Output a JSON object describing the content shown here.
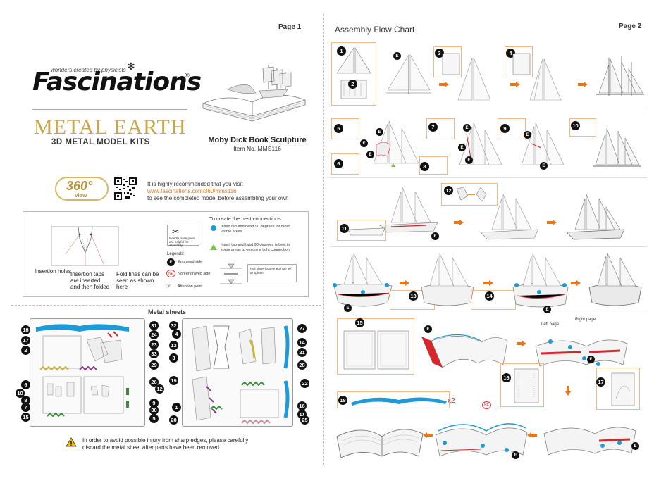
{
  "left": {
    "page_label": "Page 1",
    "brand_tagline": "wonders created by physicists",
    "brand_name": "Fascinations",
    "reg_mark": "®",
    "metal_earth_title": "METAL EARTH",
    "metal_earth_sub": "3D METAL MODEL KITS",
    "model_name": "Moby Dick Book Sculpture",
    "model_item": "Item No. MMS116",
    "view360": "360°",
    "view_word": "view",
    "recommend_line1": "It is highly recommended that you visit",
    "recommend_url": "www.fascinations.com/360/mms116",
    "recommend_line3": "to see the completed model before assembling your own",
    "info": {
      "insertion_holes": "Insertion holes",
      "insertion_tabs": "Insertion tabs are inserted and then folded",
      "fold_lines": "Fold lines can be seen as shown here",
      "pliers_note": "Needle nose pliers are helpful for assembly",
      "legends": "Legends:",
      "engraved_side": "Engraved side",
      "non_engraved_side": "Non-engraved side",
      "attention_point": "Attention point",
      "best_connections": "To create the best connections",
      "conn_blue": "Insert tab and bend 90 degrees for most visible areas",
      "conn_green": "Insert tab and twist 90 degrees is best in some areas to ensure a tight connection",
      "pull_note": "Pull sheet loose metal tab 90° to tighten",
      "e_letter": "E",
      "ne_letter": "NE"
    },
    "metal_sheets_title": "Metal sheets",
    "sheet1_numbers": [
      "18",
      "17",
      "2",
      "6",
      "10",
      "8",
      "7",
      "15",
      "31",
      "24",
      "23",
      "33",
      "29",
      "26",
      "12",
      "9",
      "30",
      "5"
    ],
    "sheet2_numbers": [
      "32",
      "4",
      "13",
      "3",
      "19",
      "1",
      "20",
      "27",
      "14",
      "21",
      "28",
      "22",
      "16",
      "11",
      "25"
    ],
    "warning": "In order to avoid possible injury from sharp edges, please carefully discard the metal sheet after parts have been removed"
  },
  "right": {
    "page_label": "Page 2",
    "flow_title": "Assembly Flow Chart",
    "steps": [
      "1",
      "2",
      "3",
      "4",
      "5",
      "6",
      "7",
      "8",
      "9",
      "10",
      "11",
      "12",
      "13",
      "14",
      "15",
      "16",
      "17",
      "18"
    ],
    "e_letter": "E",
    "ne_letter": "NE",
    "left_page": "Left page",
    "right_page": "Right page",
    "x2": "x2"
  },
  "colors": {
    "accent": "#e8761a",
    "gold": "#c9a64a",
    "blue": "#1e9ad6",
    "green": "#7cc444",
    "red": "#d6262e"
  }
}
